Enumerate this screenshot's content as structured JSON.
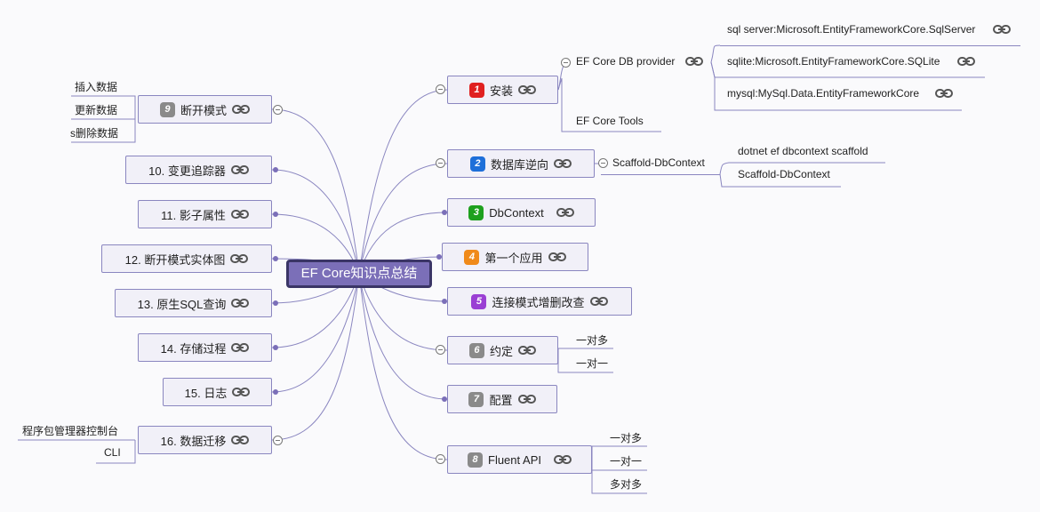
{
  "root": {
    "title": "EF Core知识点总结"
  },
  "colors": {
    "line": "#8a86c0",
    "root_fill": "#7b6fb8",
    "node_fill": "#f1f0f8",
    "badge_1": "#e02020",
    "badge_2": "#1e6fd9",
    "badge_3": "#1ea01e",
    "badge_4": "#f08a1a",
    "badge_5": "#9a3fd4",
    "badge_gray": "#8a8a8a"
  },
  "icons": {
    "link": "link-icon",
    "collapse": "collapse-icon"
  },
  "right_nodes": [
    {
      "badge": "1",
      "label": "安装",
      "children": [
        {
          "label": "EF Core DB provider",
          "children": [
            "sql server:Microsoft.EntityFrameworkCore.SqlServer",
            "sqlite:Microsoft.EntityFrameworkCore.SQLite",
            "mysql:MySql.Data.EntityFrameworkCore"
          ]
        },
        {
          "label": "EF Core Tools"
        }
      ]
    },
    {
      "badge": "2",
      "label": "数据库逆向",
      "children": [
        {
          "label": "Scaffold-DbContext",
          "children": [
            "dotnet ef dbcontext scaffold",
            "Scaffold-DbContext"
          ]
        }
      ]
    },
    {
      "badge": "3",
      "label": "DbContext"
    },
    {
      "badge": "4",
      "label": "第一个应用"
    },
    {
      "badge": "5",
      "label": "连接模式增删改查"
    },
    {
      "badge": "6",
      "label": "约定",
      "children": [
        "一对多",
        "一对一"
      ]
    },
    {
      "badge": "7",
      "label": "配置"
    },
    {
      "badge": "8",
      "label": "Fluent API",
      "children": [
        "一对多",
        "一对一",
        "多对多"
      ]
    }
  ],
  "left_nodes": [
    {
      "badge": "9",
      "label": "断开模式",
      "children": [
        "插入数据",
        "更新数据",
        "s删除数据"
      ]
    },
    {
      "label": "10. 变更追踪器"
    },
    {
      "label": "11. 影子属性"
    },
    {
      "label": "12. 断开模式实体图"
    },
    {
      "label": "13. 原生SQL查询"
    },
    {
      "label": "14. 存储过程"
    },
    {
      "label": "15. 日志"
    },
    {
      "label": "16. 数据迁移",
      "children": [
        "程序包管理器控制台",
        "CLI"
      ]
    }
  ]
}
